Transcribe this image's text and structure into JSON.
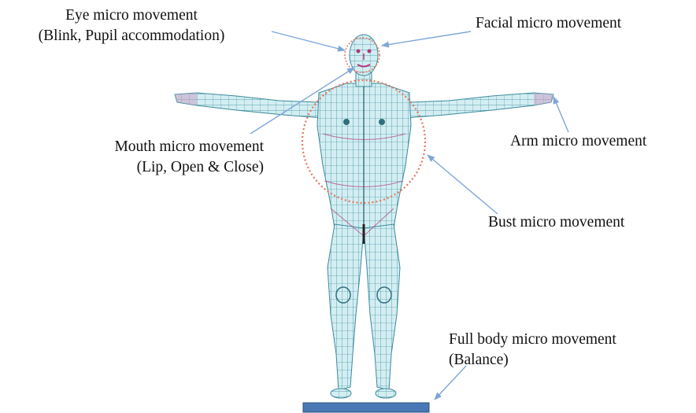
{
  "labels": {
    "eye": {
      "line1": "Eye micro movement",
      "line2": "(Blink, Pupil accommodation)"
    },
    "facial": {
      "line1": "Facial micro movement"
    },
    "mouth": {
      "line1": "Mouth micro movement",
      "line2": "(Lip, Open & Close)"
    },
    "arm": {
      "line1": "Arm micro movement"
    },
    "bust": {
      "line1": "Bust micro movement"
    },
    "full_body": {
      "line1": "Full body micro movement",
      "line2": "(Balance)"
    }
  },
  "colors": {
    "arrow": "#7ea6d8",
    "mesh_fill": "#cfe9ee",
    "mesh_line": "#3a8a9a",
    "mesh_accent": "#b0367a",
    "circle": "#e8735a",
    "platform": "#4a78b5",
    "platform_stroke": "#2c4f7c"
  }
}
